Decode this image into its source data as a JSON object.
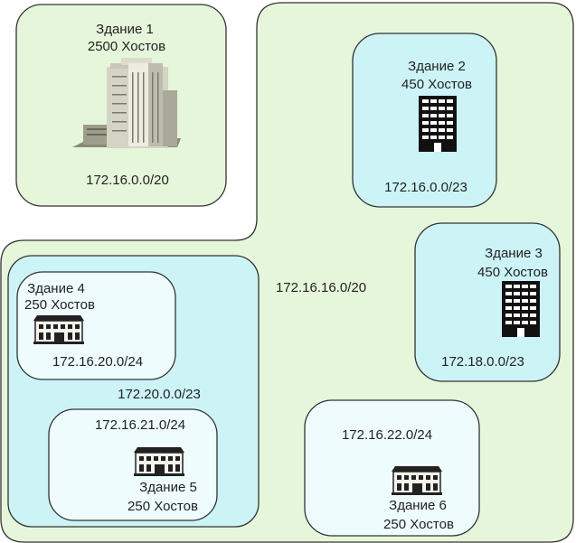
{
  "colors": {
    "outer_region": "#e6f6da",
    "subnet_cyan": "#ccf4f7",
    "subnet_pale": "#eefcfd",
    "border": "#333333"
  },
  "building1": {
    "name": "Здание 1",
    "hosts": "2500 Хостов",
    "subnet": "172.16.0.0/20",
    "icon": "skyscraper-icon"
  },
  "region_main": {
    "subnet": "172.16.16.0/20"
  },
  "building2": {
    "name": "Здание 2",
    "hosts": "450 Хостов",
    "subnet": "172.16.0.0/23",
    "icon": "tower-building-icon"
  },
  "building3": {
    "name": "Здание 3",
    "hosts": "450 Хостов",
    "subnet": "172.18.0.0/23",
    "icon": "tower-building-icon"
  },
  "group45": {
    "subnet": "172.20.0.0/23"
  },
  "building4": {
    "name": "Здание 4",
    "hosts": "250 Хостов",
    "subnet": "172.16.20.0/24",
    "icon": "low-building-icon"
  },
  "building5": {
    "name": "Здание 5",
    "hosts": "250 Хостов",
    "subnet": "172.16.21.0/24",
    "icon": "low-building-icon"
  },
  "building6": {
    "name": "Здание 6",
    "hosts": "250 Хостов",
    "subnet": "172.16.22.0/24",
    "icon": "low-building-icon"
  }
}
